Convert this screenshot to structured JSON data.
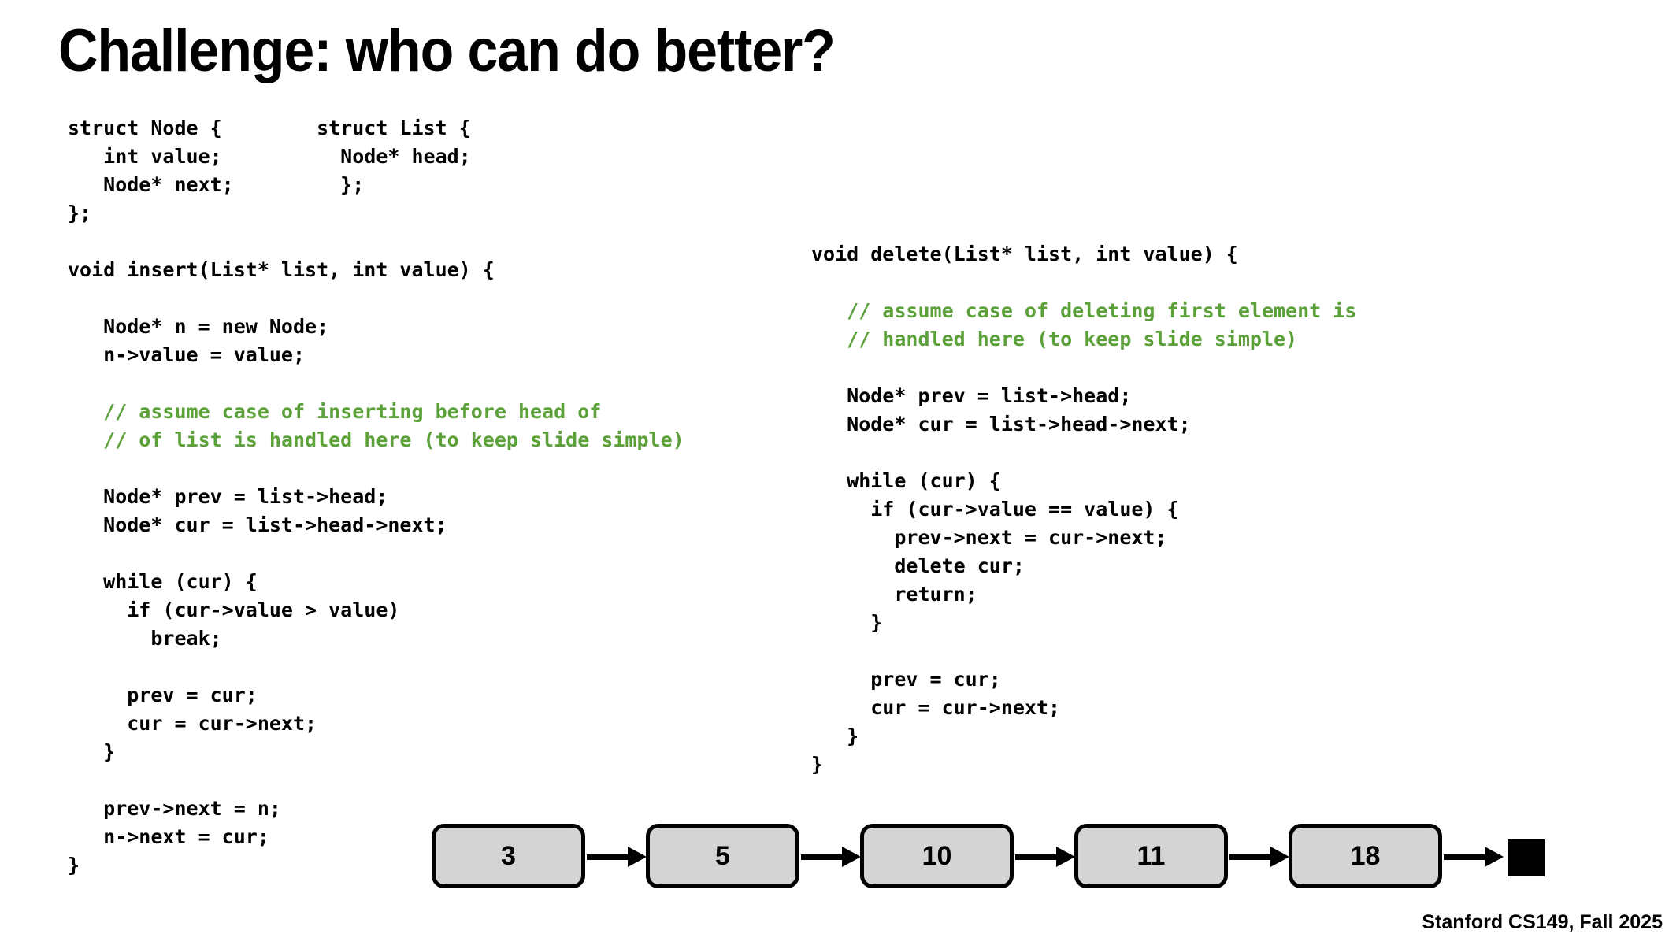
{
  "slide": {
    "title": "Challenge: who can do better?",
    "footer": "Stanford CS149, Fall 2025",
    "background_color": "#ffffff",
    "text_color": "#000000",
    "comment_color": "#5ca03a"
  },
  "code_left": {
    "lines": [
      {
        "text": "struct Node {        struct List {",
        "comment": false
      },
      {
        "text": "   int value;          Node* head;",
        "comment": false
      },
      {
        "text": "   Node* next;         };",
        "comment": false
      },
      {
        "text": "};",
        "comment": false
      },
      {
        "text": "",
        "comment": false
      },
      {
        "text": "void insert(List* list, int value) {",
        "comment": false
      },
      {
        "text": "",
        "comment": false
      },
      {
        "text": "   Node* n = new Node;",
        "comment": false
      },
      {
        "text": "   n->value = value;",
        "comment": false
      },
      {
        "text": "",
        "comment": false
      },
      {
        "text": "   // assume case of inserting before head of",
        "comment": true
      },
      {
        "text": "   // of list is handled here (to keep slide simple)",
        "comment": true
      },
      {
        "text": "",
        "comment": false
      },
      {
        "text": "   Node* prev = list->head;",
        "comment": false
      },
      {
        "text": "   Node* cur = list->head->next;",
        "comment": false
      },
      {
        "text": "",
        "comment": false
      },
      {
        "text": "   while (cur) {",
        "comment": false
      },
      {
        "text": "     if (cur->value > value)",
        "comment": false
      },
      {
        "text": "       break;",
        "comment": false
      },
      {
        "text": "",
        "comment": false
      },
      {
        "text": "     prev = cur;",
        "comment": false
      },
      {
        "text": "     cur = cur->next;",
        "comment": false
      },
      {
        "text": "   }",
        "comment": false
      },
      {
        "text": "",
        "comment": false
      },
      {
        "text": "   prev->next = n;",
        "comment": false
      },
      {
        "text": "   n->next = cur;",
        "comment": false
      },
      {
        "text": "}",
        "comment": false
      }
    ]
  },
  "code_right": {
    "lines": [
      {
        "text": "void delete(List* list, int value) {",
        "comment": false
      },
      {
        "text": "",
        "comment": false
      },
      {
        "text": "   // assume case of deleting first element is",
        "comment": true
      },
      {
        "text": "   // handled here (to keep slide simple)",
        "comment": true
      },
      {
        "text": "",
        "comment": false
      },
      {
        "text": "   Node* prev = list->head;",
        "comment": false
      },
      {
        "text": "   Node* cur = list->head->next;",
        "comment": false
      },
      {
        "text": "",
        "comment": false
      },
      {
        "text": "   while (cur) {",
        "comment": false
      },
      {
        "text": "     if (cur->value == value) {",
        "comment": false
      },
      {
        "text": "       prev->next = cur->next;",
        "comment": false
      },
      {
        "text": "       delete cur;",
        "comment": false
      },
      {
        "text": "       return;",
        "comment": false
      },
      {
        "text": "     }",
        "comment": false
      },
      {
        "text": "",
        "comment": false
      },
      {
        "text": "     prev = cur;",
        "comment": false
      },
      {
        "text": "     cur = cur->next;",
        "comment": false
      },
      {
        "text": "   }",
        "comment": false
      },
      {
        "text": "}",
        "comment": false
      }
    ]
  },
  "linked_list": {
    "nodes": [
      {
        "value": "3"
      },
      {
        "value": "5"
      },
      {
        "value": "10"
      },
      {
        "value": "11"
      },
      {
        "value": "18"
      }
    ],
    "terminator": "null-terminator",
    "node_fill_color": "#d4d4d4",
    "node_border_color": "#000000"
  }
}
